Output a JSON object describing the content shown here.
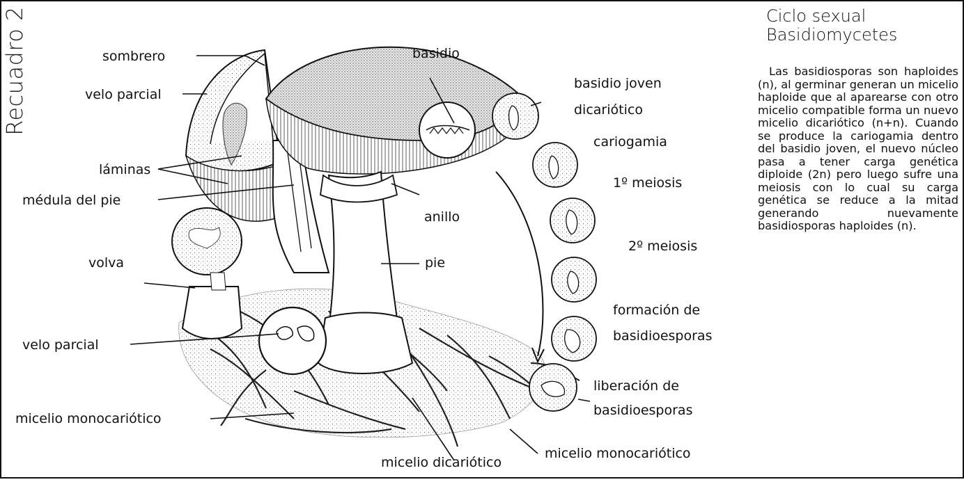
{
  "sidebar_label": "Recuadro 2",
  "panel": {
    "heading_line1": "Ciclo sexual",
    "heading_line2": "Basidiomycetes",
    "body": "Las basidiosporas son haploides (n), al germinar generan un micelio haploide que al aparearse con otro micelio compatible forma un nuevo micelio dicariótico (n+n). Cuando se produce la cariogamia dentro del basidio joven, el nuevo núcleo pasa a tener carga genética diploide (2n) pero luego sufre una meiosis con lo cual su carga genética se reduce a la mitad generando nuevamente basidiosporas haploides (n)."
  },
  "labels": {
    "sombrero": "sombrero",
    "velo_parcial_top": "velo parcial",
    "laminas": "láminas",
    "medula": "médula del pie",
    "volva": "volva",
    "velo_parcial_bottom": "velo parcial",
    "micelio_mono_left": "micelio monocariótico",
    "micelio_dicariotico": "micelio dicariótico",
    "micelio_mono_right": "micelio monocariótico",
    "basidio": "basidio",
    "basidio_joven_1": "basidio joven",
    "basidio_joven_2": "dicariótico",
    "cariogamia": "cariogamia",
    "meiosis1": "1º meiosis",
    "anillo": "anillo",
    "meiosis2": "2º meiosis",
    "pie": "pie",
    "formacion_1": "formación de",
    "formacion_2": "basidioesporas",
    "liberacion_1": "liberación de",
    "liberacion_2": "basidioesporas"
  }
}
